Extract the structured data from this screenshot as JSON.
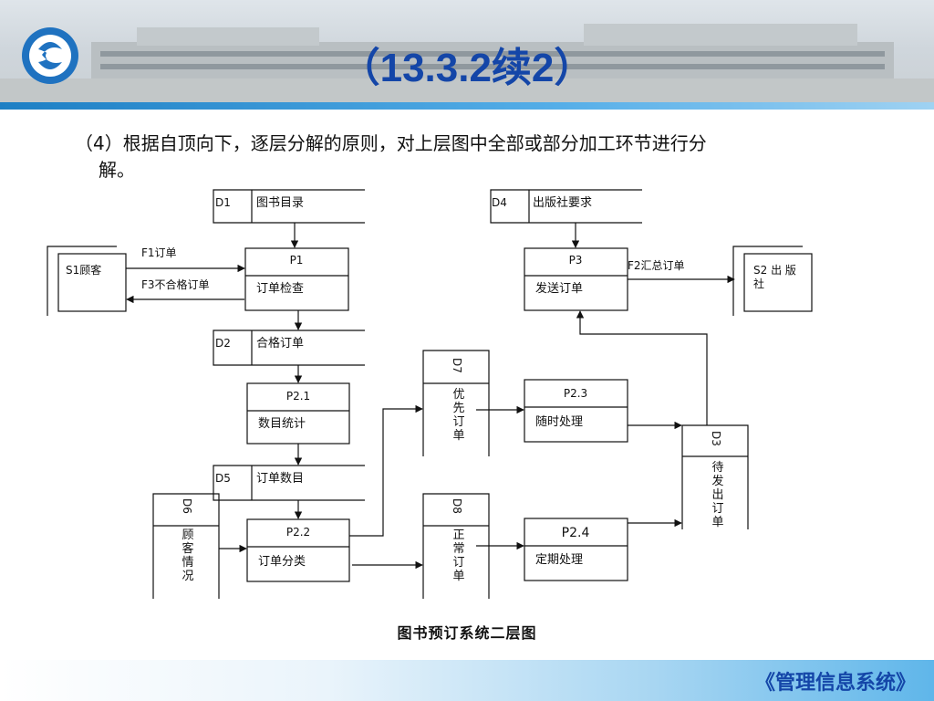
{
  "header": {
    "title": "（13.3.2续2）"
  },
  "body": {
    "line1": "（4）根据自顶向下，逐层分解的原则，对上层图中全部或部分加工环节进行分",
    "line2": "解。"
  },
  "diagram": {
    "stores": {
      "d1": {
        "id": "D1",
        "name": "图书目录"
      },
      "d4": {
        "id": "D4",
        "name": "出版社要求"
      },
      "d2": {
        "id": "D2",
        "name": "合格订单"
      },
      "d5": {
        "id": "D5",
        "name": "订单数目"
      },
      "d7": {
        "id": "D7",
        "name": "优先订单"
      },
      "d3": {
        "id": "D3",
        "name": "待发出订单"
      },
      "d6": {
        "id": "D6",
        "name": "顾客情况"
      },
      "d8": {
        "id": "D8",
        "name": "正常订单"
      }
    },
    "processes": {
      "p1": {
        "id": "P1",
        "name": "订单检查"
      },
      "p3": {
        "id": "P3",
        "name": "发送订单"
      },
      "p21": {
        "id": "P2.1",
        "name": "数目统计"
      },
      "p22": {
        "id": "P2.2",
        "name": "订单分类"
      },
      "p23": {
        "id": "P2.3",
        "name": "随时处理"
      },
      "p24": {
        "id": "P2.4",
        "name": "定期处理"
      }
    },
    "externals": {
      "s1": "S1顾客",
      "s2": "S2 出 版 社"
    },
    "flows": {
      "f1": "F1订单",
      "f3": "F3不合格订单",
      "f2": "F2汇总订单"
    }
  },
  "caption": "图书预订系统二层图",
  "footer": {
    "course_title": "《管理信息系统》"
  },
  "colors": {
    "title_blue": "#1446a8",
    "band_blue": "#1d7fc4"
  }
}
